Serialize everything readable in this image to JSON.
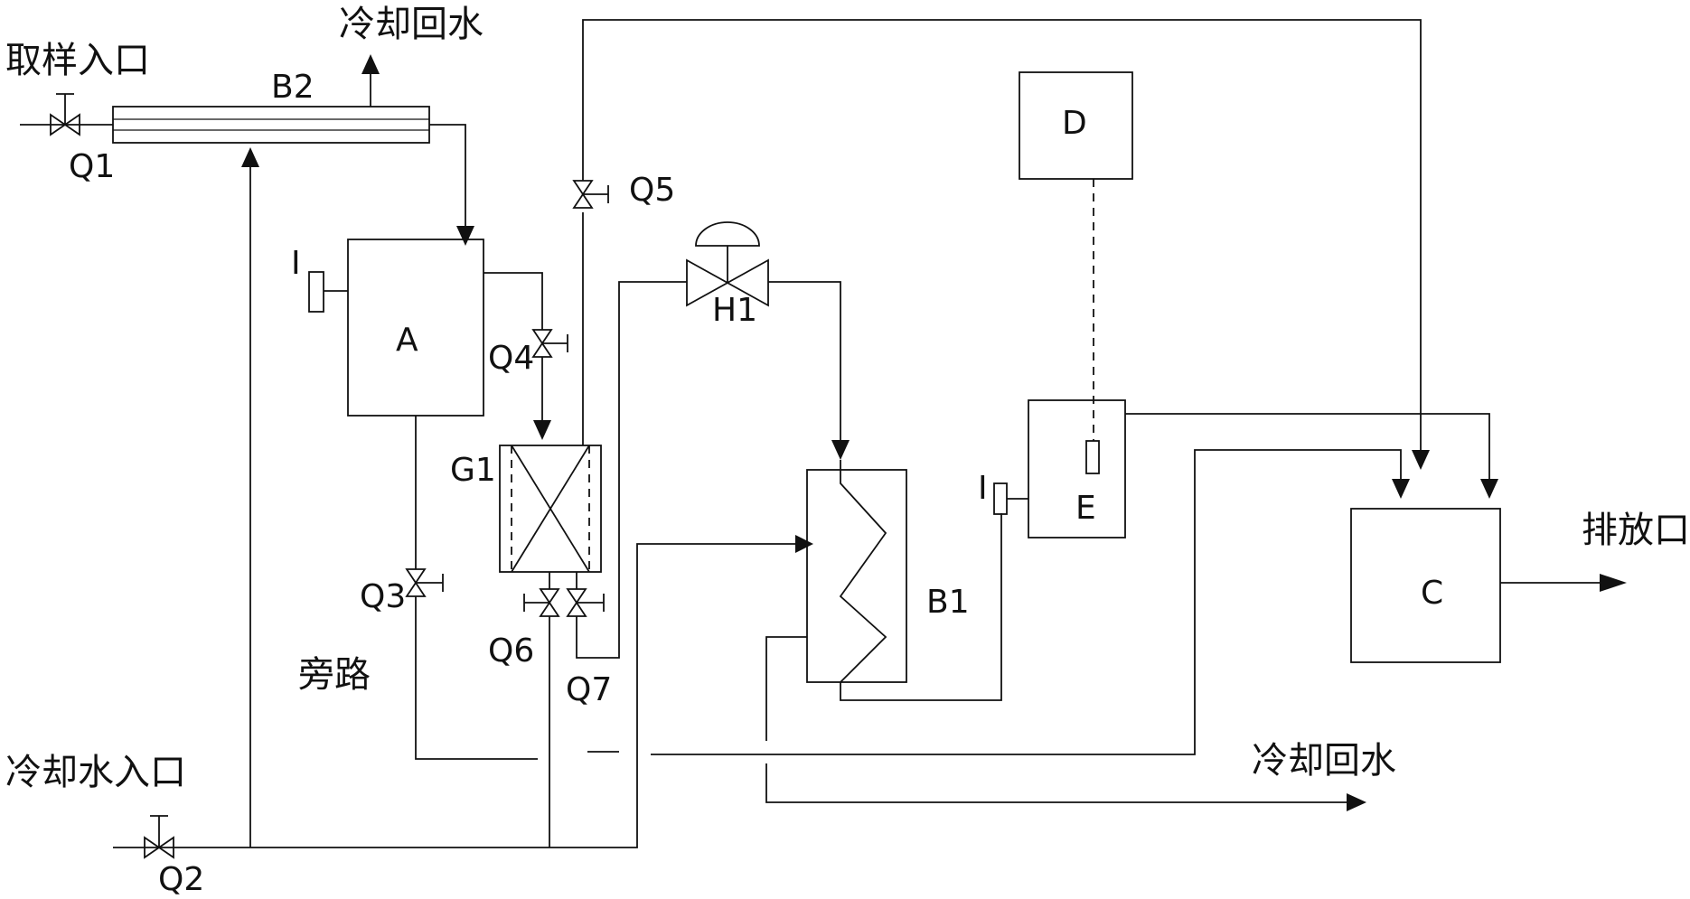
{
  "labels": {
    "sample_inlet": "取样入口",
    "cooling_return_top": "冷却回水",
    "cooling_water_inlet": "冷却水入口",
    "cooling_return_bottom": "冷却回水",
    "discharge_outlet": "排放口",
    "bypass": "旁路"
  },
  "components": {
    "B2": "B2",
    "A": "A",
    "G1": "G1",
    "H1": "H1",
    "B1": "B1",
    "D": "D",
    "E": "E",
    "C": "C",
    "I_left": "I",
    "I_right": "I"
  },
  "valves": {
    "Q1": "Q1",
    "Q2": "Q2",
    "Q3": "Q3",
    "Q4": "Q4",
    "Q5": "Q5",
    "Q6": "Q6",
    "Q7": "Q7"
  }
}
